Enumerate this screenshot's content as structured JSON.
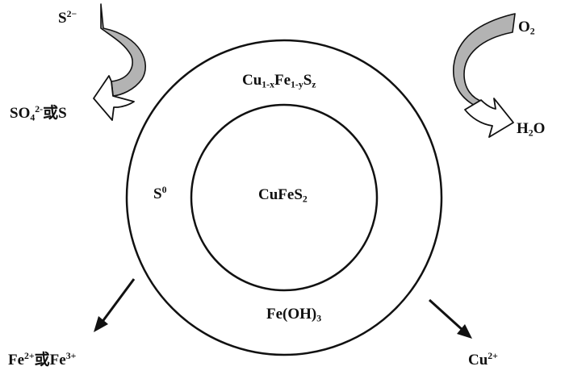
{
  "diagram": {
    "outer_layer": {
      "base": "Cu",
      "sub1": "1-x",
      "mid": "Fe",
      "sub2": "1-y",
      "end": "S",
      "sub3": "z"
    },
    "core": {
      "base": "CuFeS",
      "sub": "2"
    },
    "sulfur_layer": {
      "base": "S",
      "sup": "0"
    },
    "hydroxide_layer": {
      "base": "Fe(OH)",
      "sub": "3"
    },
    "sulfide_in": {
      "base": "S",
      "sup": "2−"
    },
    "sulfur_out": {
      "base": "SO",
      "sub": "4",
      "sup": "2-",
      "tail": "或S"
    },
    "oxygen_in": {
      "base": "O",
      "sub": "2"
    },
    "water_out": {
      "base": "H",
      "sub": "2",
      "tail": "O"
    },
    "iron_out": {
      "a": "Fe",
      "a_sup": "2+",
      "mid": "或Fe",
      "b_sup": "3+"
    },
    "copper_out": {
      "base": "Cu",
      "sup": "2+"
    }
  },
  "colors": {
    "line": "#111111",
    "curved_arrow_fill": "#b3b3b3",
    "hollow_head_fill": "#ffffff"
  }
}
